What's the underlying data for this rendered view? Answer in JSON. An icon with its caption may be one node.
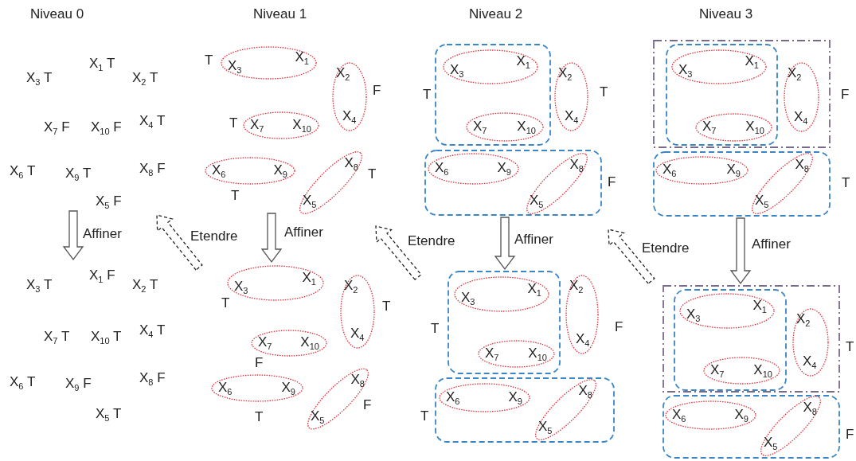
{
  "diagram": {
    "nodes": [
      {
        "text": [
          "X$_{3}$",
          "X$_{1}$"
        ],
        "beside": [
          "T"
        ]
      },
      {
        "text": [
          "X$_{2}$",
          "X$_{4}$"
        ],
        "beside": [
          "F"
        ]
      },
      {
        "text": [
          "X$_{7}$",
          "X$_{10}$"
        ],
        "beside": [
          "T"
        ]
      },
      {
        "text": [
          "X$_{6}$",
          "X$_{9}$"
        ],
        "beside": [
          "T"
        ]
      },
      {
        "text": [
          "X$_{8}$",
          "X$_{5}$"
        ],
        "beside": [
          "T"
        ]
      },
      {
        "text": [
          "X$_{3}$",
          "X$_{1}$"
        ],
        "beside": [
          "T"
        ]
      },
      {
        "text": [
          "X$_{2}$",
          "X$_{4}$"
        ],
        "beside": [
          "T"
        ]
      },
      {
        "text": [
          "X$_{7}$",
          "X$_{10}$"
        ],
        "beside": [
          "F"
        ]
      },
      {
        "text": [
          "X$_{6}$",
          "X$_{9}$"
        ],
        "beside": [
          "T"
        ]
      },
      {
        "text": [
          "X$_{8}$",
          "X$_{5}$"
        ],
        "beside": [
          "F"
        ]
      },
      {
        "text": [],
        "shape": "box",
        "beside": [
          "T"
        ]
      },
      {
        "text": [
          "X$_{3}$",
          "X$_{1}$"
        ],
        "in": 10
      },
      {
        "text": [
          "X$_{7}$",
          "X$_{10}$"
        ],
        "in": 10
      },
      {
        "text": [
          "X$_{2}$",
          "X$_{4}$"
        ],
        "beside": [
          "T"
        ]
      },
      {
        "text": [],
        "shape": "box",
        "beside": [
          "F"
        ]
      },
      {
        "text": [
          "X$_{6}$",
          "X$_{9}$"
        ],
        "in": 14
      },
      {
        "text": [
          "X$_{8}$",
          "X$_{5}$"
        ],
        "in": 14
      },
      {
        "text": [],
        "shape": "box",
        "beside": [
          "T"
        ]
      },
      {
        "text": [
          "X$_{3}$",
          "X$_{1}$"
        ],
        "in": 17
      },
      {
        "text": [
          "X$_{7}$",
          "X$_{10}$"
        ],
        "in": 17
      },
      {
        "text": [
          "X$_{2}$",
          "X$_{4}$"
        ],
        "beside": [
          "F"
        ]
      },
      {
        "text": [],
        "shape": "box",
        "beside": [
          "T"
        ]
      },
      {
        "text": [
          "X$_{6}$",
          "X$_{9}$"
        ],
        "in": 21
      },
      {
        "text": [
          "X$_{8}$",
          "X$_{5}$"
        ],
        "in": 21
      },
      {
        "text": [],
        "shape": "box",
        "beside": [
          "F"
        ]
      },
      {
        "text": [],
        "shape": "box",
        "in": 24
      },
      {
        "text": [
          "X$_{3}$",
          "X$_{1}$"
        ],
        "in": 25
      },
      {
        "text": [
          "X$_{7}$",
          "X$_{10}$"
        ],
        "in": 25
      },
      {
        "text": [
          "X$_{2}$",
          "X$_{4}$"
        ],
        "in": 24
      },
      {
        "text": [],
        "shape": "box",
        "beside": [
          "T"
        ]
      },
      {
        "text": [
          "X$_{6}$",
          "X$_{9}$"
        ],
        "in": 29
      },
      {
        "text": [
          "X$_{8}$",
          "X$_{5}$"
        ],
        "in": 29
      },
      {
        "text": [],
        "shape": "box",
        "beside": [
          "T"
        ]
      },
      {
        "text": [],
        "shape": "box",
        "in": 32
      },
      {
        "text": [
          "X$_{3}$",
          "X$_{1}$"
        ],
        "in": 33
      },
      {
        "text": [
          "X$_{7}$",
          "X$_{10}$"
        ],
        "in": 33
      },
      {
        "text": [
          "X$_{2}$",
          "X$_{4}$"
        ],
        "in": 32
      },
      {
        "text": [],
        "shape": "box",
        "beside": [
          "F"
        ]
      },
      {
        "text": [
          "X$_{6}$",
          "X$_{9}$"
        ],
        "in": 37
      },
      {
        "text": [
          "X$_{8}$",
          "X$_{5}$"
        ],
        "in": 37
      }
    ],
    "edges": [
      {
        "from": 14,
        "to": 17,
        "arrow": "to",
        "label": "Affiner"
      },
      {
        "from": 29,
        "to": 32,
        "arrow": "to",
        "label": "Affiner"
      }
    ],
    "labels": [
      "Niveau 0",
      "Niveau 1",
      "Niveau 2",
      "Niveau 3",
      "X$_{3}$ T",
      "X$_{1}$ T",
      "X$_{2}$ T",
      "X$_{7}$ F",
      "X$_{10}$ F",
      "X$_{4}$ T",
      "X$_{6}$ T",
      "X$_{9}$ T",
      "X$_{8}$ F",
      "X$_{5}$ F",
      "Affiner",
      "Etendre",
      "Affiner",
      "Etendre",
      "Etendre",
      "X$_{3}$ T",
      "X$_{1}$ F",
      "X$_{2}$ T",
      "X$_{7}$ T",
      "X$_{10}$ T",
      "X$_{4}$ T",
      "X$_{6}$ T",
      "X$_{9}$ F",
      "X$_{8}$ F",
      "X$_{5}$ T"
    ]
  }
}
